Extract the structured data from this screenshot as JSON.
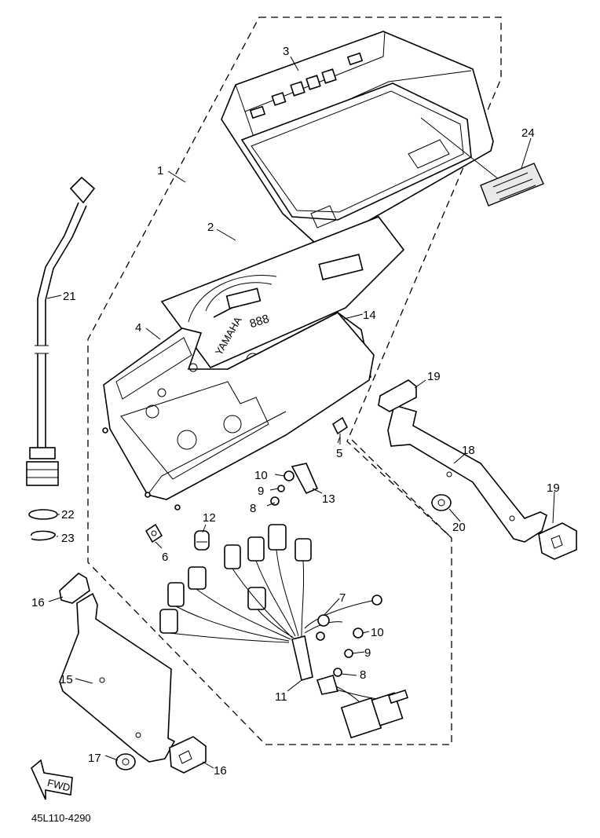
{
  "callouts": {
    "n1": "1",
    "n2": "2",
    "n3": "3",
    "n4": "4",
    "n5": "5",
    "n6": "6",
    "n7": "7",
    "n8a": "8",
    "n8b": "8",
    "n9a": "9",
    "n9b": "9",
    "n10a": "10",
    "n10b": "10",
    "n11": "11",
    "n12": "12",
    "n13": "13",
    "n14": "14",
    "n15": "15",
    "n16a": "16",
    "n16b": "16",
    "n17": "17",
    "n18": "18",
    "n19a": "19",
    "n19b": "19",
    "n20": "20",
    "n21": "21",
    "n22": "22",
    "n23": "23",
    "n24": "24"
  },
  "fwd_label": "FWD",
  "drawing_code": "45L110-4290",
  "brand_text": "YAMAHA",
  "digits_text": "888"
}
